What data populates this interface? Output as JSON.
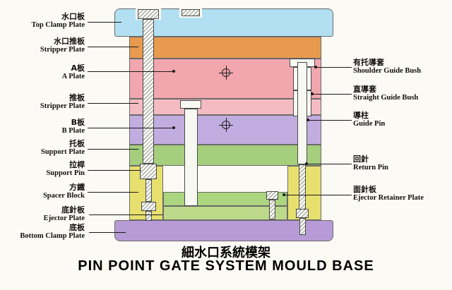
{
  "titles": {
    "zh": "細水口系統模架",
    "en": "PIN POINT GATE SYSTEM MOULD BASE"
  },
  "left_labels": [
    {
      "zh": "水口板",
      "en": "Top Clamp Plate"
    },
    {
      "zh": "水口推板",
      "en": "Stripper Plate"
    },
    {
      "zh": "A板",
      "en": "A Plate"
    },
    {
      "zh": "推板",
      "en": "Stripper Plate"
    },
    {
      "zh": "B板",
      "en": "B Plate"
    },
    {
      "zh": "托板",
      "en": "Support Plate"
    },
    {
      "zh": "拉桿",
      "en": "Support Pin"
    },
    {
      "zh": "方鐵",
      "en": "Spacer Block"
    },
    {
      "zh": "底針板",
      "en": "Ejector Plate"
    },
    {
      "zh": "底板",
      "en": "Bottom Clamp Plate"
    }
  ],
  "right_labels": [
    {
      "zh": "有托導套",
      "en": "Shoulder Guide Bush"
    },
    {
      "zh": "直導套",
      "en": "Straight Guide Bush"
    },
    {
      "zh": "導柱",
      "en": "Guide Pin"
    },
    {
      "zh": "回針",
      "en": "Return Pin"
    },
    {
      "zh": "面針板",
      "en": "Ejector Retainer Plate"
    }
  ],
  "colors": {
    "top_clamp_plate": "#b2e0f2",
    "runner_stripper_plate": "#e89a4f",
    "a_plate": "#f2a6ae",
    "stripper_plate": "#f4bcc2",
    "b_plate": "#c2ade0",
    "support_plate": "#a5ce7d",
    "spacer_block": "#e7e06f",
    "ejector_retainer_plate": "#abd57f",
    "ejector_plate": "#bdd98a",
    "bottom_clamp_plate": "#b79bd7"
  }
}
